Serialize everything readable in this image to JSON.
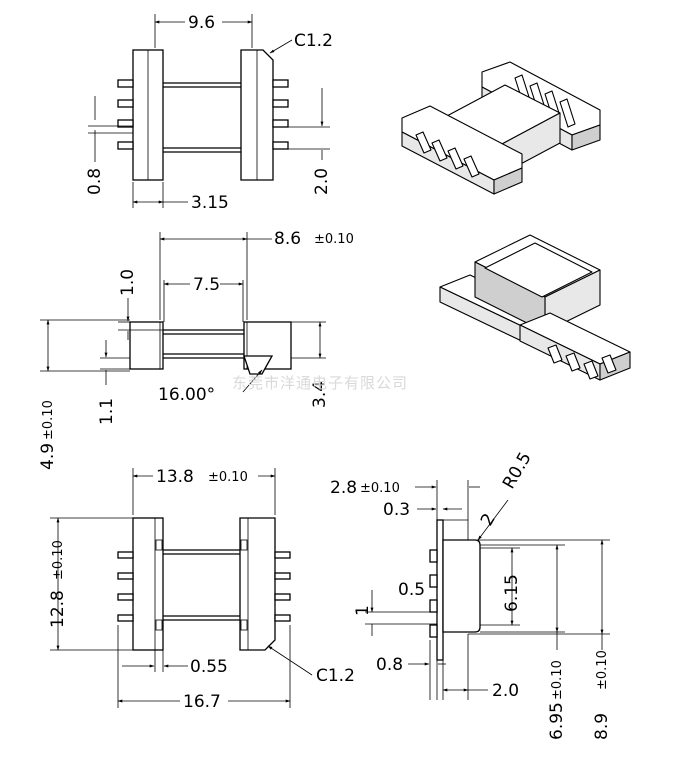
{
  "watermark": "东莞市洋通电子有限公司",
  "top_view": {
    "dim_width": "9.6",
    "chamfer": "C1.2",
    "pin_width": "0.8",
    "pin_pitch": "2.0",
    "pin_length": "3.15"
  },
  "side_view": {
    "overall": "8.6",
    "overall_tol": "±0.10",
    "inner": "7.5",
    "flange_top": "1.0",
    "flange_bottom": "1.1",
    "height": "4.9",
    "height_tol": "±0.10",
    "right_height": "3.4",
    "angle": "16.00°"
  },
  "bottom_view": {
    "inner_width": "13.8",
    "inner_width_tol": "±0.10",
    "height": "12.8",
    "height_tol": "±0.10",
    "slot": "0.55",
    "overall_width": "16.7",
    "chamfer": "C1.2"
  },
  "end_view": {
    "wall": "2.8",
    "wall_tol": "±0.10",
    "lip": "0.3",
    "radius": "R0.5",
    "window": "6.15",
    "pitch_note": "2",
    "pin_gap": "0.5",
    "pin_width": "0.8",
    "pin_len": "2.0",
    "inner_h": "6.95",
    "inner_h_tol": "±0.10",
    "outer_h": "8.9",
    "outer_h_tol": "±0.10",
    "tick": "1"
  }
}
